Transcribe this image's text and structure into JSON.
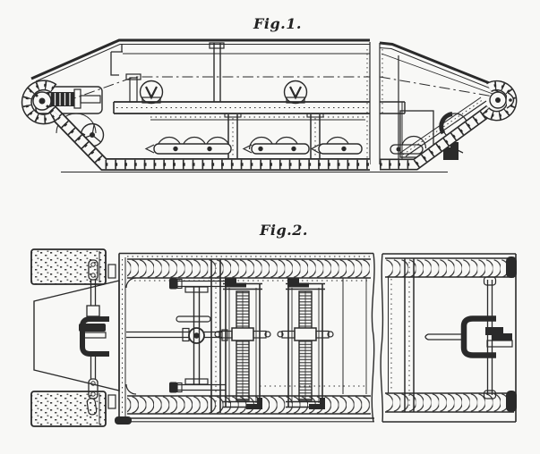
{
  "page": {
    "background_color": "#f8f8f6",
    "ink_color": "#2a2a2a",
    "drawing_subject": "endless-track-armored-vehicle-patent-drawing"
  },
  "figure1": {
    "label": "Fig.1."
  },
  "figure2": {
    "label": "Fig.2."
  }
}
